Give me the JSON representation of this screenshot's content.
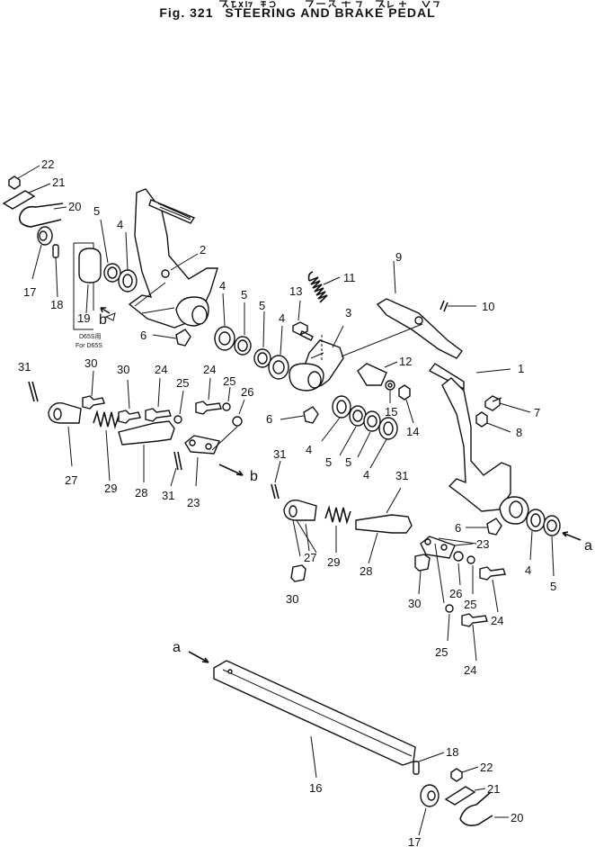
{
  "figure": {
    "number": "Fig. 321",
    "title": "STEERING AND BRAKE PEDAL"
  },
  "callouts": [
    {
      "id": "c22a",
      "label": "22"
    },
    {
      "id": "c21a",
      "label": "21"
    },
    {
      "id": "c20a",
      "label": "20"
    },
    {
      "id": "c17a",
      "label": "17"
    },
    {
      "id": "c18a",
      "label": "18"
    },
    {
      "id": "c19",
      "label": "19"
    },
    {
      "id": "c5a",
      "label": "5"
    },
    {
      "id": "c4a",
      "label": "4"
    },
    {
      "id": "c2",
      "label": "2"
    },
    {
      "id": "c4b",
      "label": "4"
    },
    {
      "id": "c5b",
      "label": "5"
    },
    {
      "id": "c5c",
      "label": "5"
    },
    {
      "id": "c4c",
      "label": "4"
    },
    {
      "id": "c13",
      "label": "13"
    },
    {
      "id": "c11",
      "label": "11"
    },
    {
      "id": "c3",
      "label": "3"
    },
    {
      "id": "c9",
      "label": "9"
    },
    {
      "id": "c10",
      "label": "10"
    },
    {
      "id": "c6a",
      "label": "6"
    },
    {
      "id": "c12",
      "label": "12"
    },
    {
      "id": "c15",
      "label": "15"
    },
    {
      "id": "c14",
      "label": "14"
    },
    {
      "id": "c1",
      "label": "1"
    },
    {
      "id": "c7",
      "label": "7"
    },
    {
      "id": "c8",
      "label": "8"
    },
    {
      "id": "c6b",
      "label": "6"
    },
    {
      "id": "c4d",
      "label": "4"
    },
    {
      "id": "c5d",
      "label": "5"
    },
    {
      "id": "c5e",
      "label": "5"
    },
    {
      "id": "c4e",
      "label": "4"
    },
    {
      "id": "c31a",
      "label": "31"
    },
    {
      "id": "c30a",
      "label": "30"
    },
    {
      "id": "c30b",
      "label": "30"
    },
    {
      "id": "c24a",
      "label": "24"
    },
    {
      "id": "c25a",
      "label": "25"
    },
    {
      "id": "c24b",
      "label": "24"
    },
    {
      "id": "c25b",
      "label": "25"
    },
    {
      "id": "c26a",
      "label": "26"
    },
    {
      "id": "c27a",
      "label": "27"
    },
    {
      "id": "c29a",
      "label": "29"
    },
    {
      "id": "c28a",
      "label": "28"
    },
    {
      "id": "c31b",
      "label": "31"
    },
    {
      "id": "c23a",
      "label": "23"
    },
    {
      "id": "c31c",
      "label": "31"
    },
    {
      "id": "c31d",
      "label": "31"
    },
    {
      "id": "c6c",
      "label": "6"
    },
    {
      "id": "c27b",
      "label": "27"
    },
    {
      "id": "c29b",
      "label": "29"
    },
    {
      "id": "c28b",
      "label": "28"
    },
    {
      "id": "c23b",
      "label": "23"
    },
    {
      "id": "c30c",
      "label": "30"
    },
    {
      "id": "c30d",
      "label": "30"
    },
    {
      "id": "c26b",
      "label": "26"
    },
    {
      "id": "c25c",
      "label": "25"
    },
    {
      "id": "c24c",
      "label": "24"
    },
    {
      "id": "c25d",
      "label": "25"
    },
    {
      "id": "c24d",
      "label": "24"
    },
    {
      "id": "c4f",
      "label": "4"
    },
    {
      "id": "c5f",
      "label": "5"
    },
    {
      "id": "c16",
      "label": "16"
    },
    {
      "id": "c18b",
      "label": "18"
    },
    {
      "id": "c22b",
      "label": "22"
    },
    {
      "id": "c21b",
      "label": "21"
    },
    {
      "id": "c17b",
      "label": "17"
    },
    {
      "id": "c20b",
      "label": "20"
    }
  ],
  "reference_letters": {
    "a_right": "a",
    "a_left": "a",
    "b_upper": "b",
    "b_lower": "b"
  },
  "model_note": {
    "jp": "D65S用",
    "en": "For D65S"
  }
}
